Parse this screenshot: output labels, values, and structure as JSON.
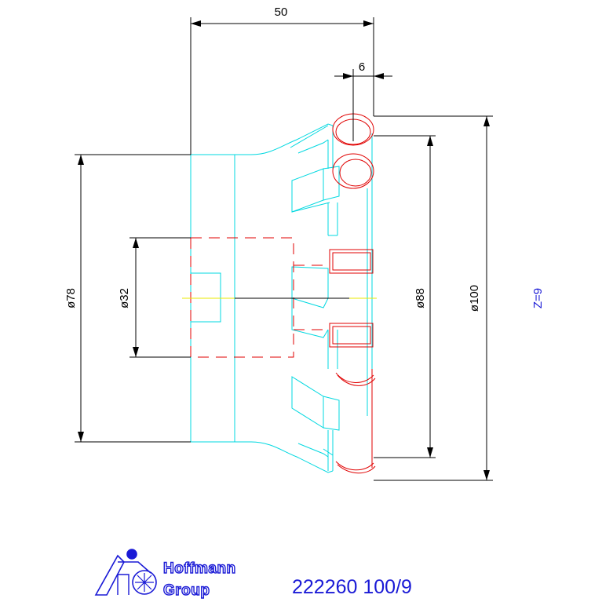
{
  "drawing": {
    "dimensions": {
      "length": "50",
      "edge_width": "6",
      "dia_78": "ø78",
      "dia_32": "ø32",
      "dia_88": "ø88",
      "dia_100": "ø100"
    },
    "teeth_count": "Z=9",
    "part_number": "222260 100/9"
  },
  "logo": {
    "line1": "Hoffmann",
    "line2": "Group"
  },
  "colors": {
    "body_outline": "#00d8e0",
    "inserts": "#e00000",
    "dimension_lines": "#000000",
    "centerline": "#e8e800",
    "annotation": "#1a1ad6"
  }
}
